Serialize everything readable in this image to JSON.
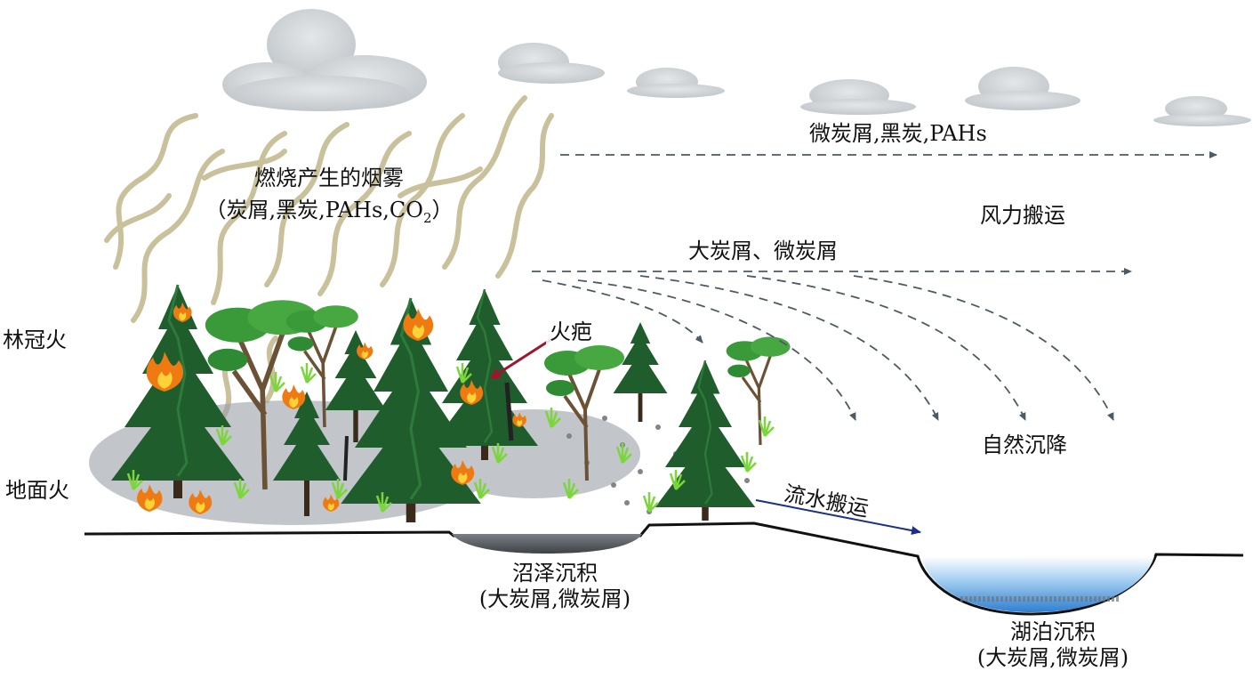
{
  "labels": {
    "smoke_title": "燃烧产生的烟雾",
    "smoke_contents_prefix": "（炭屑,黑炭,PAHs,CO",
    "smoke_contents_sub": "2",
    "smoke_contents_suffix": "）",
    "micro_top": "微炭屑,黑炭,PAHs",
    "wind_transport": "风力搬运",
    "macro_micro": "大炭屑、微炭屑",
    "firebrand": "火疤",
    "crown_fire": "林冠火",
    "ground_fire": "地面火",
    "natural_settling": "自然沉降",
    "water_transport": "流水搬运",
    "swamp_title": "沼泽沉积",
    "swamp_contents": "(大炭屑,微炭屑)",
    "lake_title": "湖泊沉积",
    "lake_contents": "(大炭屑,微炭屑)"
  },
  "colors": {
    "smoke": "#b8ab7c",
    "cloud": "#cfd3d6",
    "tree_dark": "#1f5e2c",
    "tree_light": "#3a9a3a",
    "fire": "#f07a12",
    "ground": "#111111",
    "arrow_dash": "#4b5a63",
    "arrow_red": "#a0152c",
    "arrow_blue": "#1a2f86",
    "lake": "#5fa6e0"
  }
}
